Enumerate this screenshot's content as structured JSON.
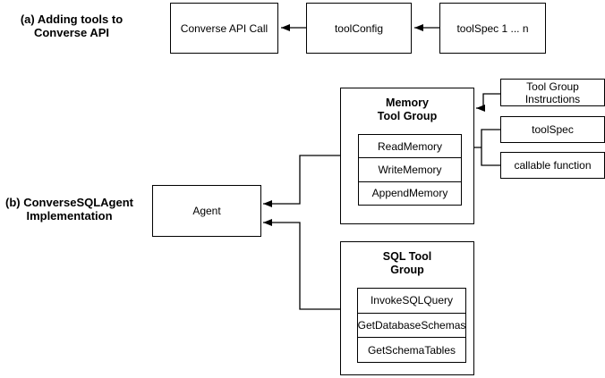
{
  "colors": {
    "stroke": "#000000",
    "background": "#ffffff"
  },
  "section_a": {
    "label_line1": "(a) Adding tools to",
    "label_line2": "Converse API",
    "boxes": [
      "Converse API Call",
      "toolConfig",
      "toolSpec 1 ... n"
    ]
  },
  "section_b": {
    "label_line1": "(b) ConverseSQLAgent",
    "label_line2": "Implementation",
    "agent_label": "Agent"
  },
  "memory_group": {
    "title_line1": "Memory",
    "title_line2": "Tool Group",
    "tools": [
      "ReadMemory",
      "WriteMemory",
      "AppendMemory"
    ]
  },
  "sql_group": {
    "title_line1": "SQL Tool",
    "title_line2": "Group",
    "tools": [
      "InvokeSQLQuery",
      "GetDatabaseSchemas",
      "GetSchemaTables"
    ]
  },
  "side_boxes": {
    "instructions_line1": "Tool Group",
    "instructions_line2": "Instructions",
    "toolspec": "toolSpec",
    "callable": "callable function"
  }
}
